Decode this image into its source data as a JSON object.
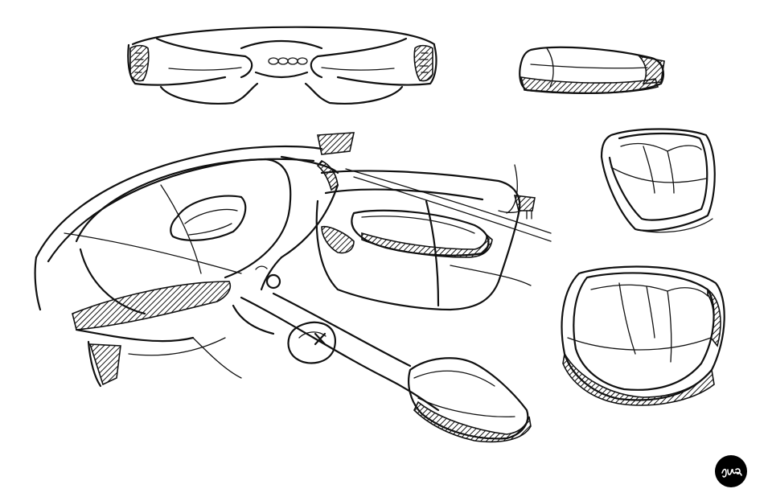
{
  "sketches": [
    {
      "id": "dashboard-top-view"
    },
    {
      "id": "steering-pod-side"
    },
    {
      "id": "armrest-cap-small"
    },
    {
      "id": "interior-perspective"
    },
    {
      "id": "armrest-cap-large"
    }
  ],
  "signature": {
    "text": "",
    "color": "#000000"
  },
  "colors": {
    "ink": "#111111",
    "paper": "#ffffff"
  }
}
